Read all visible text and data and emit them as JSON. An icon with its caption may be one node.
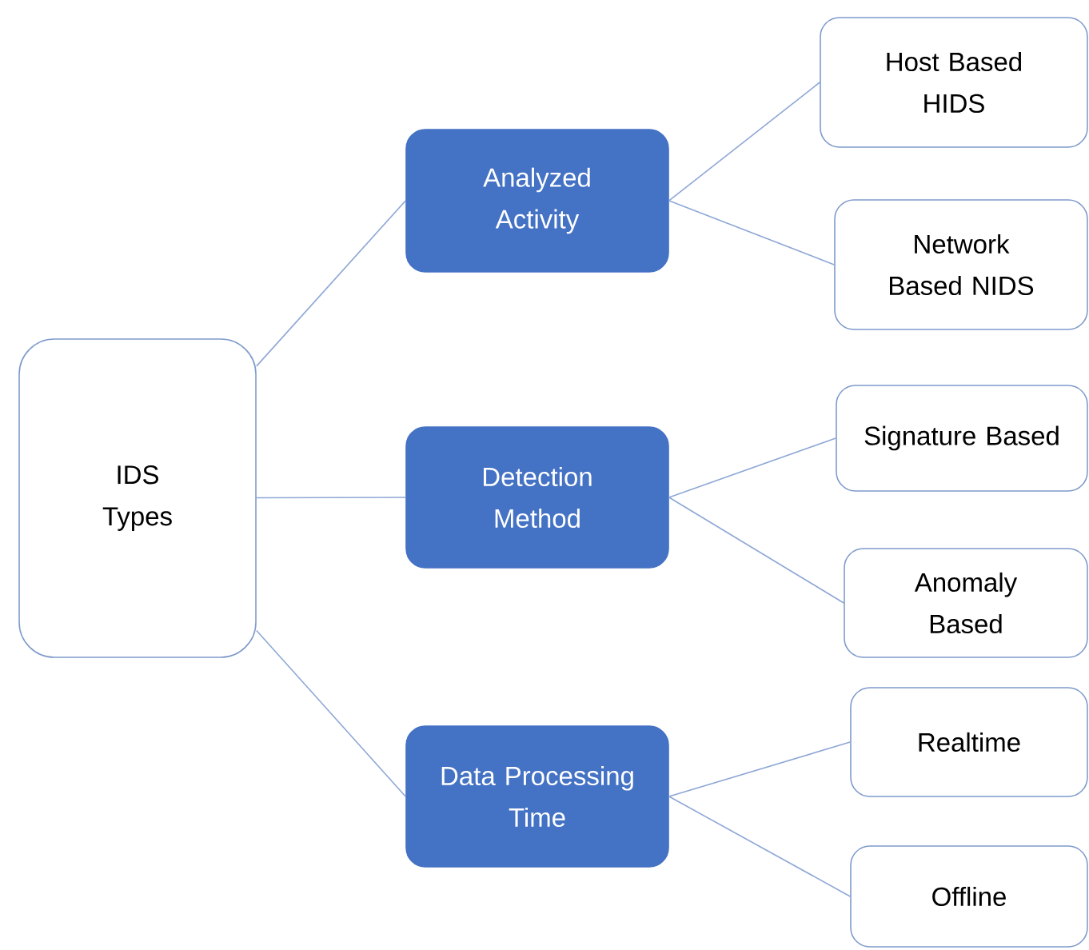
{
  "diagram": {
    "nodes": [
      {
        "text": [
          "IDS Types"
        ]
      },
      {
        "text": [
          "Analyzed Activity"
        ]
      },
      {
        "text": [
          "Detection Method"
        ]
      },
      {
        "text": [
          "Data Processing Time"
        ]
      },
      {
        "text": [
          "Host Based HIDS"
        ]
      },
      {
        "text": [
          "Network Based NIDS"
        ]
      },
      {
        "text": [
          "Signature Based"
        ]
      },
      {
        "text": [
          "Anomaly Based"
        ]
      },
      {
        "text": [
          "Realtime"
        ]
      },
      {
        "text": [
          "Offline"
        ]
      }
    ],
    "edges": [
      {
        "from": 0,
        "to": 1,
        "arrow": "none"
      },
      {
        "from": 0,
        "to": 2,
        "arrow": "none"
      },
      {
        "from": 0,
        "to": 3,
        "arrow": "none"
      },
      {
        "from": 1,
        "to": 4,
        "arrow": "none"
      },
      {
        "from": 1,
        "to": 5,
        "arrow": "none"
      },
      {
        "from": 2,
        "to": 6,
        "arrow": "none"
      },
      {
        "from": 2,
        "to": 7,
        "arrow": "none"
      },
      {
        "from": 3,
        "to": 8,
        "arrow": "none"
      },
      {
        "from": 3,
        "to": 9,
        "arrow": "none"
      }
    ]
  }
}
